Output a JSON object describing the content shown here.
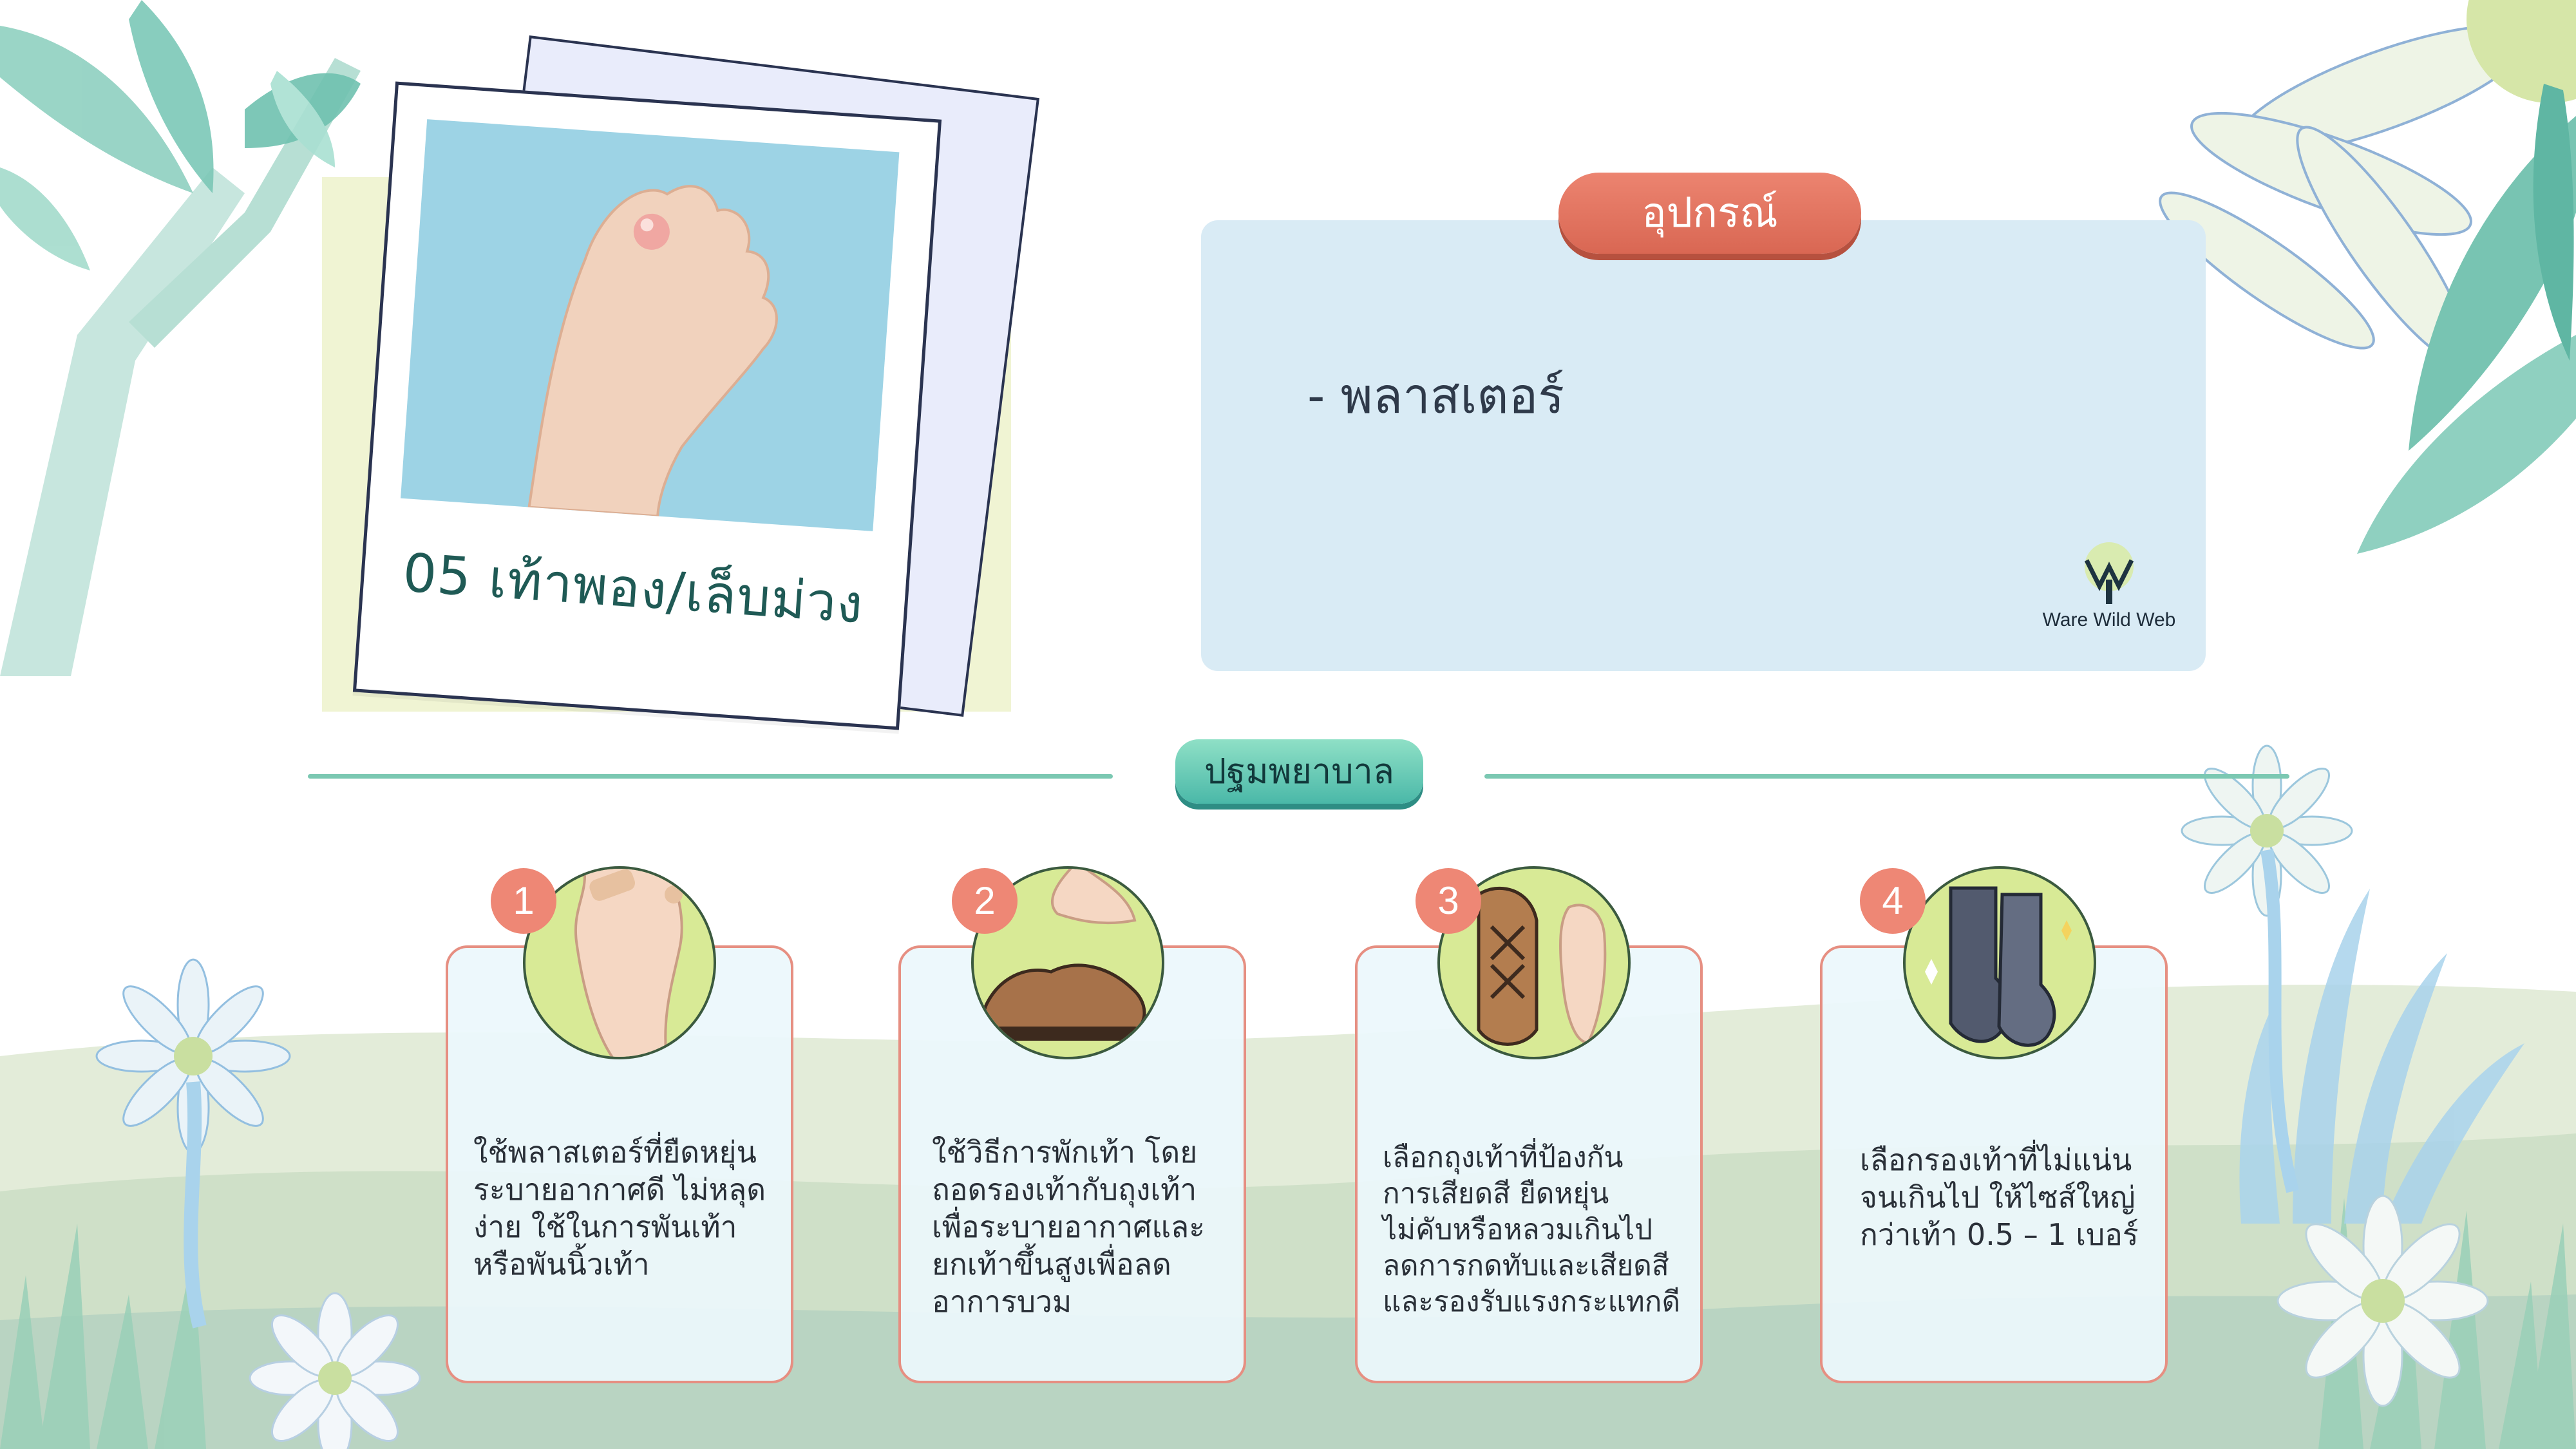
{
  "photo": {
    "caption": "05 เท้าพอง/เล็บม่วง"
  },
  "equipment": {
    "title": "อุปกรณ์",
    "items": [
      "- พลาสเตอร์"
    ]
  },
  "brand": {
    "name": "Ware Wild Web"
  },
  "first_aid": {
    "title": "ปฐมพยาบาล",
    "steps": [
      {
        "number": "1",
        "icon": "bandaged-foot-icon",
        "lines": [
          "ใช้พลาสเตอร์ที่ยืดหยุ่น",
          "ระบายอากาศดี ไม่หลุด",
          "ง่าย ใช้ในการพันเท้า",
          "หรือพันนิ้วเท้า"
        ]
      },
      {
        "number": "2",
        "icon": "shoe-and-foot-icon",
        "lines": [
          "ใช้วิธีการพักเท้า โดย",
          "ถอดรองเท้ากับถุงเท้า",
          "เพื่อระบายอากาศและ",
          "ยกเท้าขึ้นสูงเพื่อลด",
          "อาการบวม"
        ]
      },
      {
        "number": "3",
        "icon": "boot-and-foot-icon",
        "lines": [
          "เลือกถุงเท้าที่ป้องกัน",
          "การเสียดสี ยืดหยุ่น",
          "ไม่คับหรือหลวมเกินไป",
          "ลดการกดทับและเสียดสี",
          "และรองรับแรงกระแทกดี"
        ]
      },
      {
        "number": "4",
        "icon": "socks-icon",
        "lines": [
          "เลือกรองเท้าที่ไม่แน่น",
          "จนเกินไป ให้ไซส์ใหญ่",
          "กว่าเท้า 0.5 – 1 เบอร์"
        ]
      }
    ]
  },
  "colors": {
    "equipment_tag": "#e0705c",
    "first_aid_tag": "#5cc4b0",
    "step_number": "#ee8775",
    "step_border": "#e68f82",
    "panel_bg": "#d9ebf5"
  }
}
